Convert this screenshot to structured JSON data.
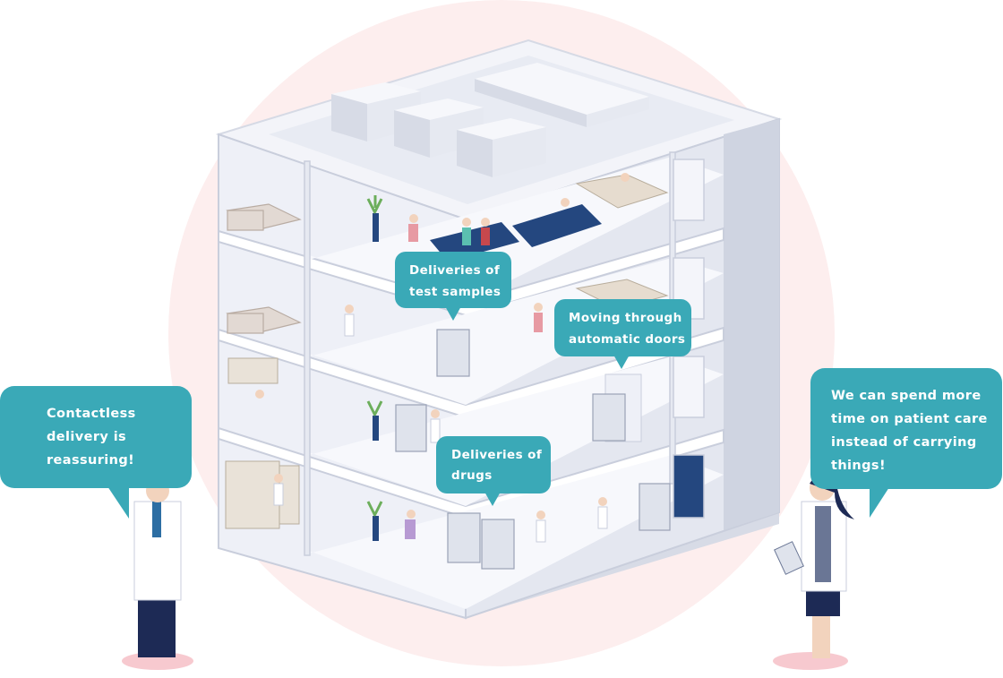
{
  "colors": {
    "accent": "#3aa9b7",
    "halo": "#fdeeee",
    "building": "#eef0f7",
    "building_edge": "#c9cedc",
    "sofa": "#24477f",
    "pants": "#1d2a55"
  },
  "callouts": {
    "left": "Contactless\ndelivery is\nreassuring!",
    "right": "We can spend more\ntime on patient care\ninstead of carrying\nthings!",
    "test_samples": "Deliveries of\ntest samples",
    "doors": "Moving through\nautomatic doors",
    "drugs": "Deliveries of\ndrugs"
  },
  "icons": {
    "robot": "delivery-robot-icon",
    "doctor": "doctor-icon",
    "nurse": "nurse-icon"
  }
}
